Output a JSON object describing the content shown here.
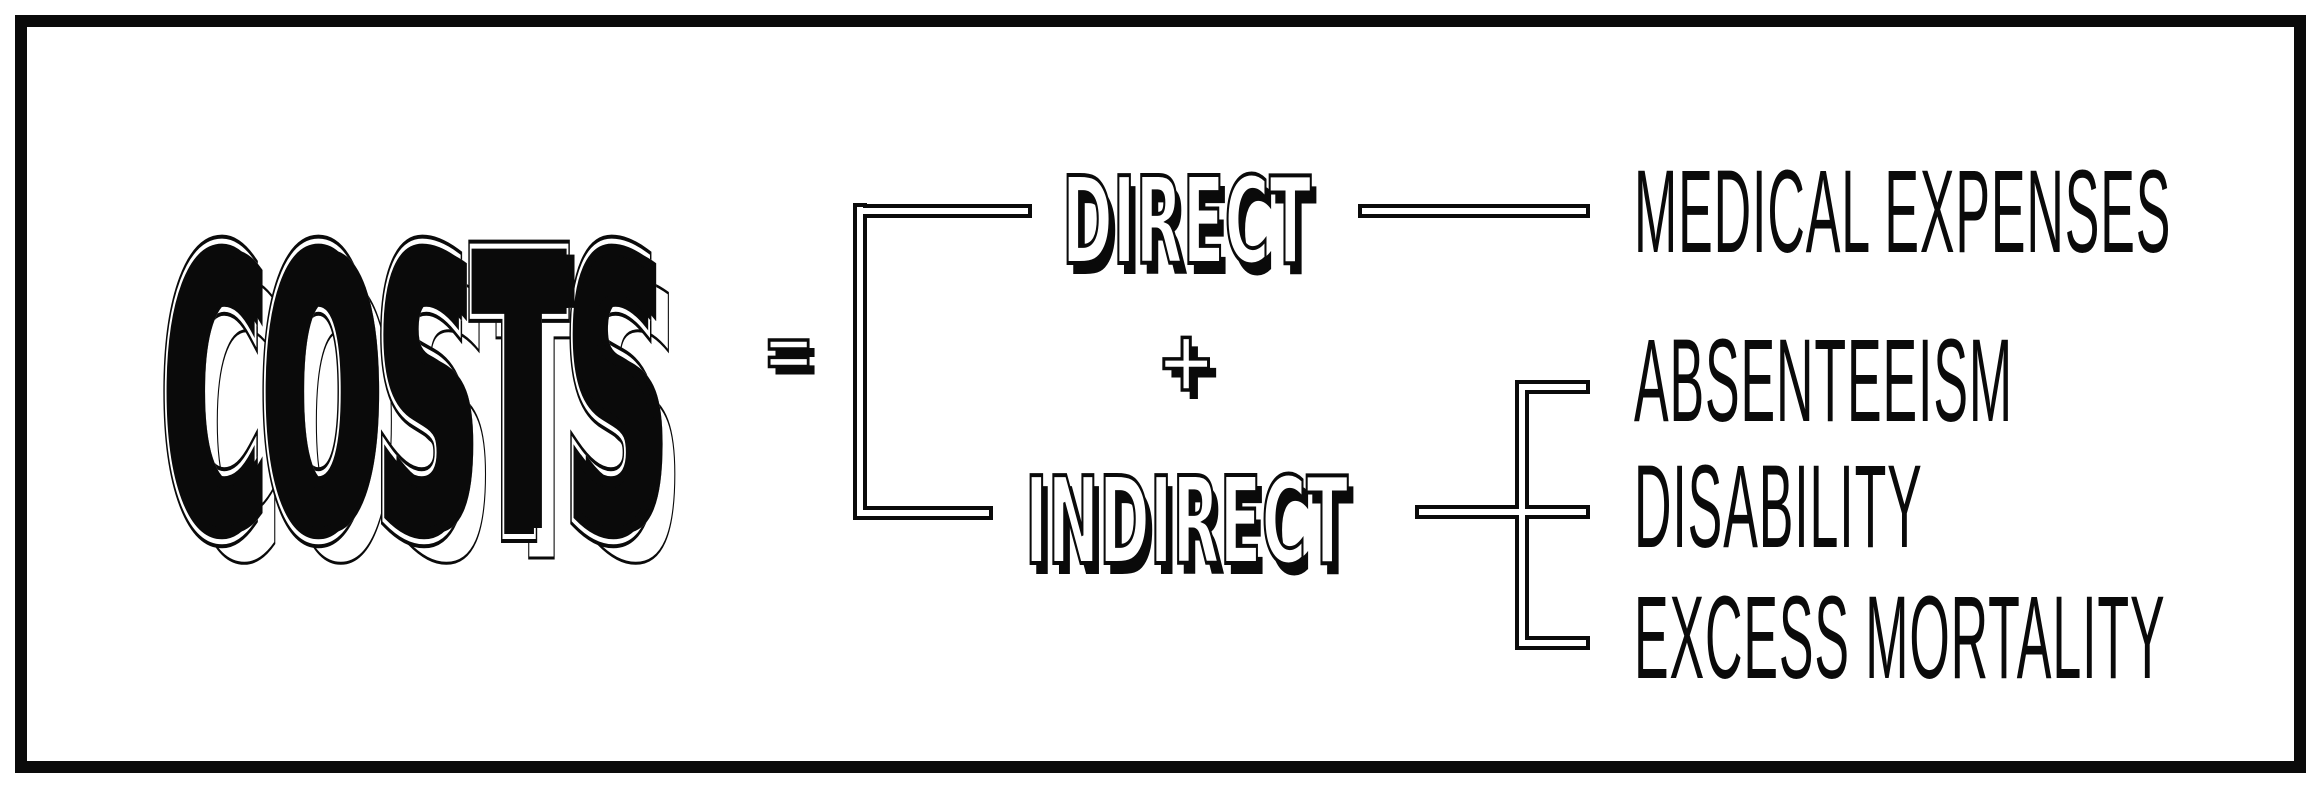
{
  "colors": {
    "ink": "#0a0a0a",
    "background": "#ffffff"
  },
  "title": "COSTS",
  "operators": {
    "equals": "=",
    "plus": "+"
  },
  "direct": {
    "label": "DIRECT",
    "items": [
      "MEDICAL EXPENSES"
    ]
  },
  "indirect": {
    "label": "INDIRECT",
    "items": [
      "ABSENTEEISM",
      "DISABILITY",
      "EXCESS MORTALITY"
    ]
  }
}
